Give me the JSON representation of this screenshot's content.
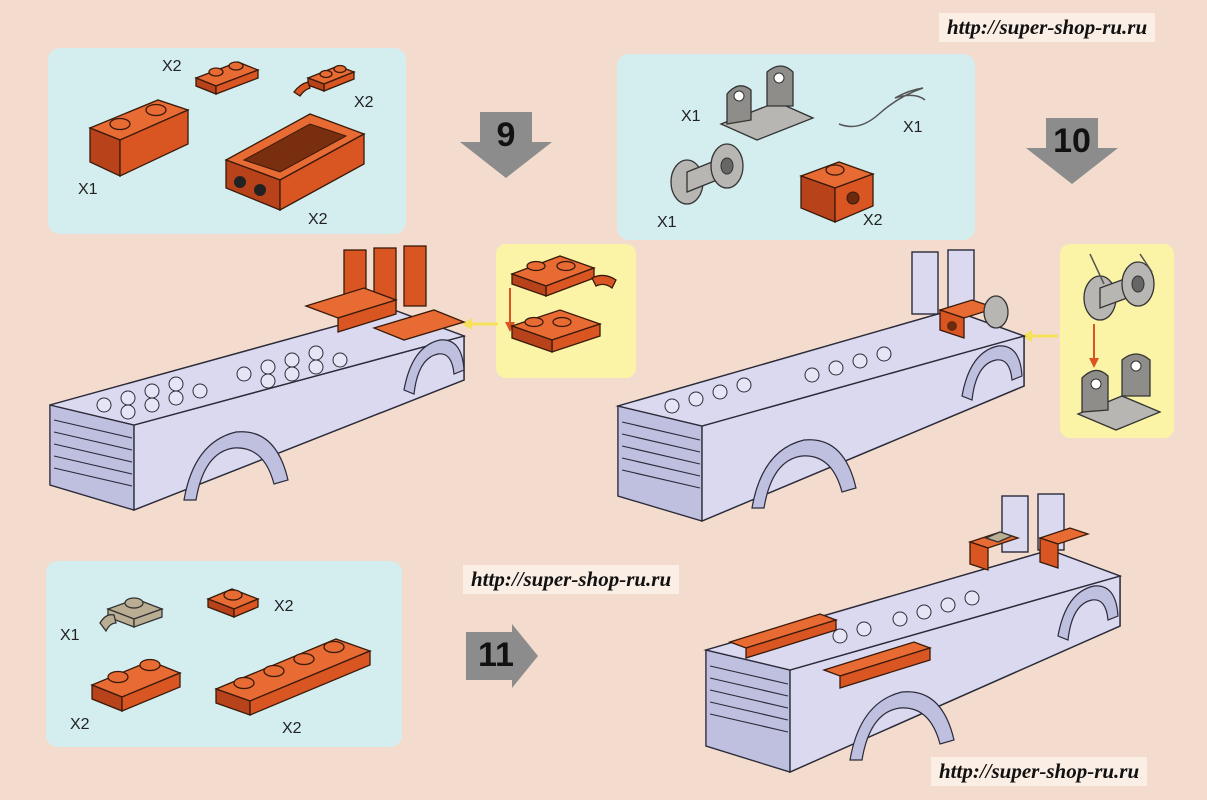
{
  "watermark": {
    "top_right": "http://super-shop-ru.ru",
    "middle": "http://super-shop-ru.ru",
    "bottom_right": "http://super-shop-ru.ru"
  },
  "steps": [
    {
      "number": "9",
      "parts": [
        {
          "qty": "X2",
          "part": "orange-plate-1x2"
        },
        {
          "qty": "X2",
          "part": "orange-plate-1x2-clip"
        },
        {
          "qty": "X1",
          "part": "orange-brick-1x2"
        },
        {
          "qty": "X2",
          "part": "orange-frame-brick"
        }
      ]
    },
    {
      "number": "10",
      "parts": [
        {
          "qty": "X1",
          "part": "grey-bracket"
        },
        {
          "qty": "X1",
          "part": "string"
        },
        {
          "qty": "X1",
          "part": "grey-winch-drum"
        },
        {
          "qty": "X2",
          "part": "orange-technic-brick-1x1"
        }
      ]
    },
    {
      "number": "11",
      "parts": [
        {
          "qty": "X1",
          "part": "tan-plate-clip"
        },
        {
          "qty": "X2",
          "part": "orange-plate-1x1"
        },
        {
          "qty": "X2",
          "part": "orange-plate-1x2"
        },
        {
          "qty": "X2",
          "part": "orange-plate-1x4"
        }
      ]
    }
  ],
  "colors": {
    "page_background": "#f3dccd",
    "parts_panel": "#d4eef0",
    "detail_panel": "#fbf3a6",
    "brick_orange": "#d95522",
    "model_lavender": "#dad9ef",
    "arrow_grey": "#8c8c8c"
  }
}
